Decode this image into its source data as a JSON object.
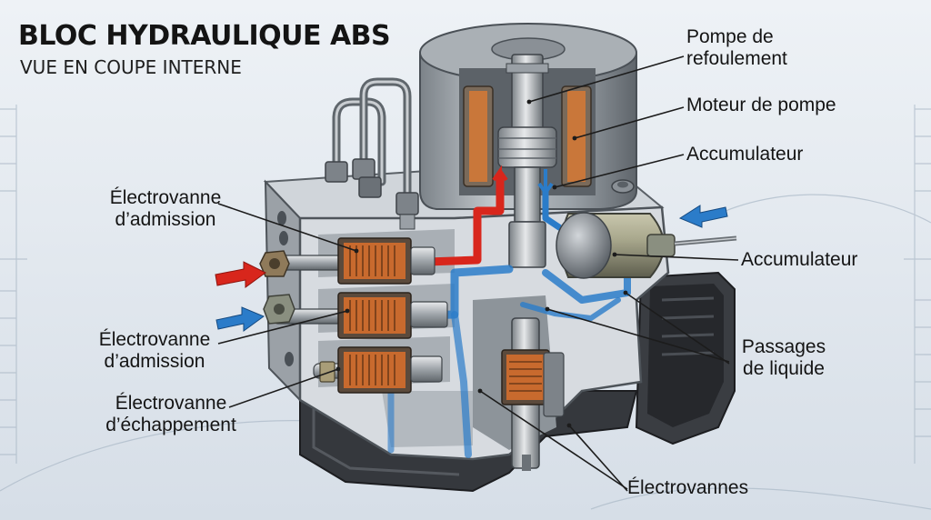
{
  "title": "BLOC HYDRAULIQUE ABS",
  "subtitle": "VUE EN COUPE INTERNE",
  "labels": {
    "pump_discharge": [
      "Pompe de",
      "refoulement"
    ],
    "pump_motor": "Moteur de pompe",
    "accumulator_top": "Accumulateur",
    "accumulator_right": "Accumulateur",
    "fluid_passages": [
      "Passages",
      "de liquide"
    ],
    "solenoid_valves": "Électrovannes",
    "inlet_valve_1": [
      "Électrovanne",
      "d’admission"
    ],
    "inlet_valve_2": [
      "Électrovanne",
      "d’admission"
    ],
    "outlet_valve": [
      "Électrovanne",
      "d’échappement"
    ]
  },
  "colors": {
    "background": "#e4ebf2",
    "block_metal": "#b3b9bf",
    "cut_face": "#d9dde2",
    "fluid_red": "#d8261c",
    "fluid_blue": "#2b7cc9",
    "coil_copper": "#c86a2e",
    "housing_black": "#2e3034"
  },
  "icons": [
    "arrow-red-in",
    "arrow-blue-in",
    "arrow-blue-right-in"
  ]
}
